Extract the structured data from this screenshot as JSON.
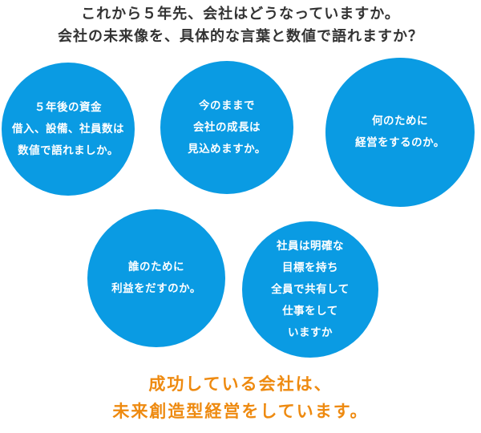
{
  "header": {
    "lines": [
      "これから５年先、会社はどうなっていますか。",
      "会社の未来像を、具体的な言葉と数値で語れますか？"
    ]
  },
  "circles": [
    {
      "lines": [
        "５年後の資金",
        "借入、設備、社員数は",
        "数値で語れましか。"
      ]
    },
    {
      "lines": [
        "今のままで",
        "会社の成長は",
        "見込めますか。"
      ]
    },
    {
      "lines": [
        "何のために",
        "経営をするのか。"
      ]
    },
    {
      "lines": [
        "誰のために",
        "利益をだすのか。"
      ]
    },
    {
      "lines": [
        "社員は明確な",
        "目標を持ち",
        "全員で共有して",
        "仕事をして",
        "いますか"
      ]
    }
  ],
  "footer": {
    "lines": [
      "成功している会社は、",
      "未来創造型経営をしています。"
    ]
  },
  "colors": {
    "circle": "#0a9be3",
    "accent": "#ee8a10",
    "text": "#333333"
  }
}
